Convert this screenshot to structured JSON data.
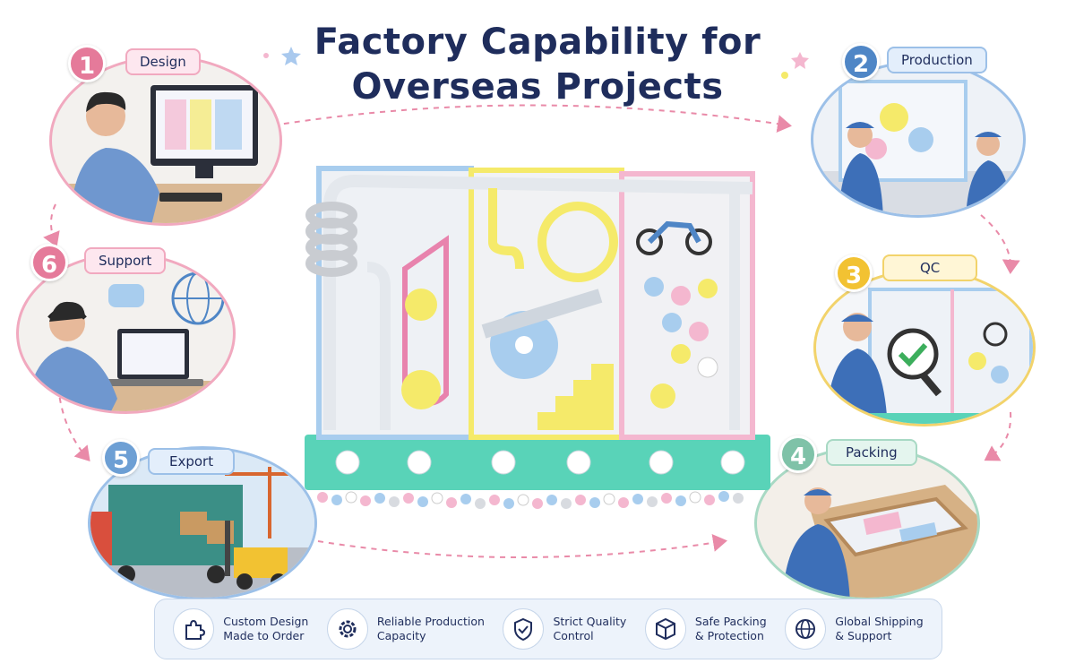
{
  "title": {
    "line1": "Factory Capability for",
    "line2": "Overseas Projects"
  },
  "stages": [
    {
      "number": "1",
      "label": "Design",
      "color": "#e57a9a",
      "label_bg": "#fde7ef",
      "label_border": "#f1a9bf",
      "icon": "designer-computer-scene"
    },
    {
      "number": "2",
      "label": "Production",
      "color": "#4f86c6",
      "label_bg": "#e3eefb",
      "label_border": "#9cc0e8",
      "icon": "factory-workers-scene"
    },
    {
      "number": "3",
      "label": "QC",
      "color": "#f2c232",
      "label_bg": "#fff6d6",
      "label_border": "#f2d36b",
      "icon": "inspection-magnifier-check-scene"
    },
    {
      "number": "4",
      "label": "Packing",
      "color": "#7fc2a8",
      "label_bg": "#e4f5ee",
      "label_border": "#a8d9c4",
      "icon": "wooden-crate-packing-scene"
    },
    {
      "number": "5",
      "label": "Export",
      "color": "#6d9fd4",
      "label_bg": "#e3eefb",
      "label_border": "#9cc0e8",
      "icon": "container-truck-forklift-scene"
    },
    {
      "number": "6",
      "label": "Support",
      "color": "#e57a9a",
      "label_bg": "#fde7ef",
      "label_border": "#f1a9bf",
      "icon": "headset-support-globe-scene"
    }
  ],
  "features": [
    {
      "line1": "Custom Design",
      "line2": "Made to Order",
      "icon": "puzzle-icon"
    },
    {
      "line1": "Reliable Production",
      "line2": "Capacity",
      "icon": "gear-icon"
    },
    {
      "line1": "Strict Quality",
      "line2": "Control",
      "icon": "shield-check-icon"
    },
    {
      "line1": "Safe Packing",
      "line2": "& Protection",
      "icon": "box-icon"
    },
    {
      "line1": "Global Shipping",
      "line2": "& Support",
      "icon": "globe-icon"
    }
  ],
  "colors": {
    "title": "#1f2d5c",
    "arrow": "#e98aa8",
    "bar_bg": "#edf3fb",
    "panel_blue": "#a8cdee",
    "panel_yellow": "#f5ea6a",
    "panel_pink": "#f4b7cf",
    "base_teal": "#59d3b8"
  }
}
